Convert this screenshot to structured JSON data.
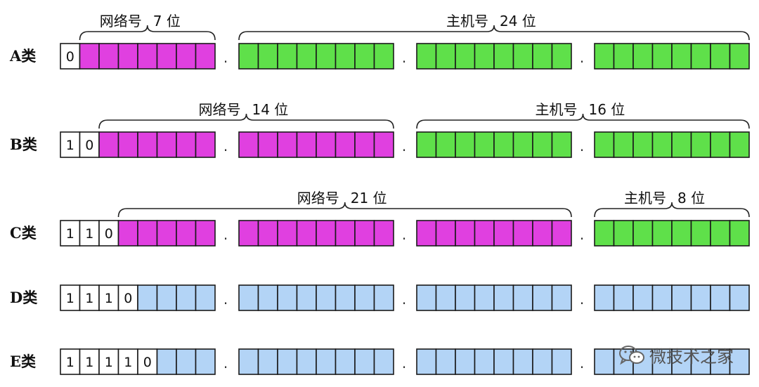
{
  "colors": {
    "network": "#e040e0",
    "host": "#5fe04a",
    "reserved": "#b3d4f6",
    "lead": "#ffffff"
  },
  "rows": [
    {
      "label": "A类",
      "bits": [
        "0"
      ],
      "segments": [
        {
          "cells": 7,
          "fill": "network"
        },
        {
          "cells": 8,
          "fill": "host"
        },
        {
          "cells": 8,
          "fill": "host"
        },
        {
          "cells": 8,
          "fill": "host"
        }
      ],
      "braces": [
        {
          "text": "网络号 7 位",
          "from_segment": 0,
          "to_segment": 0
        },
        {
          "text": "主机号 24 位",
          "from_segment": 1,
          "to_segment": 3
        }
      ]
    },
    {
      "label": "B类",
      "bits": [
        "1",
        "0"
      ],
      "segments": [
        {
          "cells": 6,
          "fill": "network"
        },
        {
          "cells": 8,
          "fill": "network"
        },
        {
          "cells": 8,
          "fill": "host"
        },
        {
          "cells": 8,
          "fill": "host"
        }
      ],
      "braces": [
        {
          "text": "网络号 14 位",
          "from_segment": 0,
          "to_segment": 1
        },
        {
          "text": "主机号 16 位",
          "from_segment": 2,
          "to_segment": 3
        }
      ]
    },
    {
      "label": "C类",
      "bits": [
        "1",
        "1",
        "0"
      ],
      "segments": [
        {
          "cells": 5,
          "fill": "network"
        },
        {
          "cells": 8,
          "fill": "network"
        },
        {
          "cells": 8,
          "fill": "network"
        },
        {
          "cells": 8,
          "fill": "host"
        }
      ],
      "braces": [
        {
          "text": "网络号 21 位",
          "from_segment": 0,
          "to_segment": 2
        },
        {
          "text": "主机号 8 位",
          "from_segment": 3,
          "to_segment": 3
        }
      ]
    },
    {
      "label": "D类",
      "bits": [
        "1",
        "1",
        "1",
        "0"
      ],
      "segments": [
        {
          "cells": 4,
          "fill": "reserved"
        },
        {
          "cells": 8,
          "fill": "reserved"
        },
        {
          "cells": 8,
          "fill": "reserved"
        },
        {
          "cells": 8,
          "fill": "reserved"
        }
      ],
      "braces": []
    },
    {
      "label": "E类",
      "bits": [
        "1",
        "1",
        "1",
        "1",
        "0"
      ],
      "segments": [
        {
          "cells": 3,
          "fill": "reserved"
        },
        {
          "cells": 8,
          "fill": "reserved"
        },
        {
          "cells": 8,
          "fill": "reserved"
        },
        {
          "cells": 8,
          "fill": "reserved"
        }
      ],
      "braces": []
    }
  ],
  "separator": ".",
  "watermark": {
    "text": "微技术之家",
    "icon": "wechat-icon"
  }
}
